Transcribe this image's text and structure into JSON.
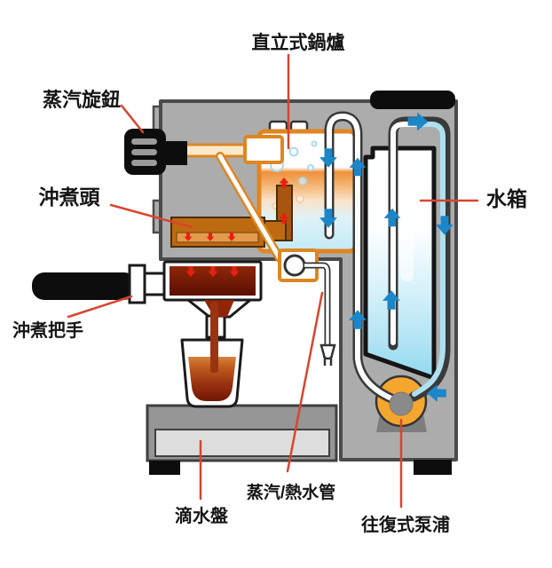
{
  "diagram": {
    "subject": "espresso-machine-cutaway",
    "labels": {
      "boiler": "直立式鍋爐",
      "steam_knob": "蒸汽旋鈕",
      "brew_head": "沖煮頭",
      "water_tank": "水箱",
      "portafilter": "沖煮把手",
      "steam_hot_water_pipe": "蒸汽/熱水管",
      "drip_tray": "滴水盤",
      "pump": "往復式泵浦"
    },
    "colors": {
      "annotation_red": "#d9452c",
      "flow_arrow_blue": "#1b86c8",
      "heat_arrow_red": "#e8200f",
      "boiler_outline_orange": "#df8621",
      "brew_head_brown": "#be6a10",
      "heating_tube_brown": "#a8560f",
      "pump_orange": "#f5a62e",
      "water_light_blue": "#aee0f0",
      "body_gray": "#acacac",
      "coffee_dark_brown": "#8f2609",
      "label_black": "#151515"
    }
  }
}
